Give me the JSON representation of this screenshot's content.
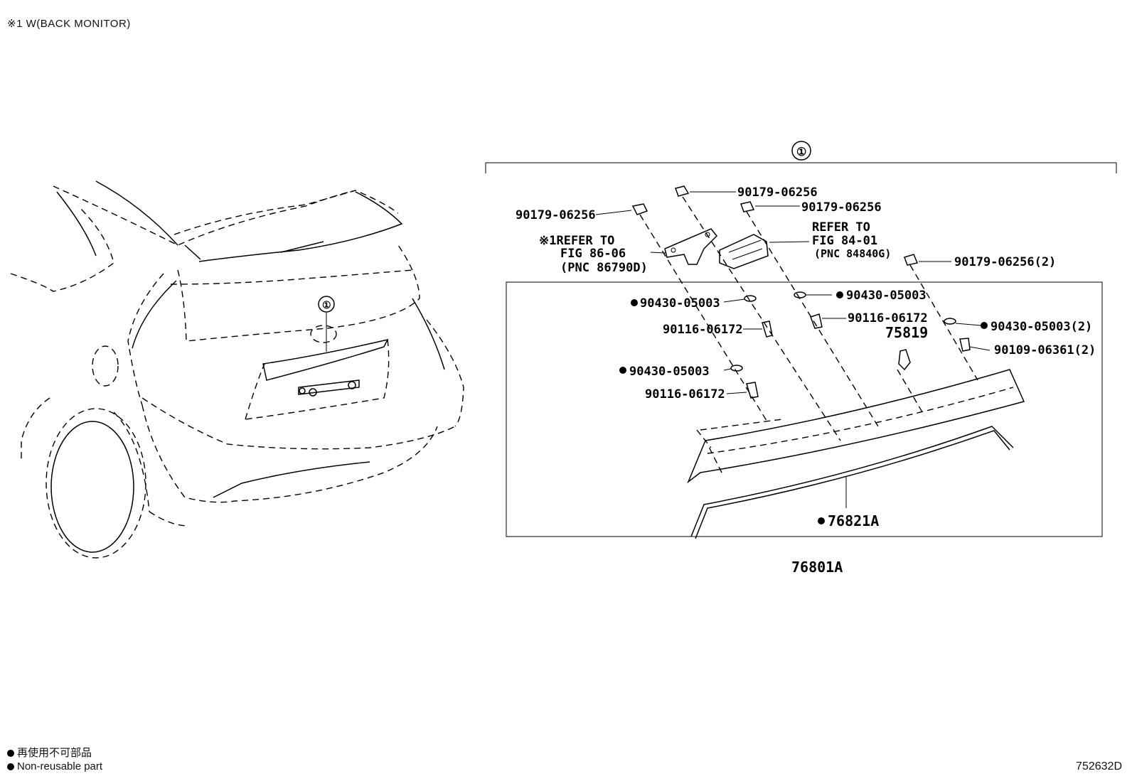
{
  "header_note": "※1 W(BACK MONITOR)",
  "legend": {
    "jp": "再使用不可部品",
    "en": "Non-reusable part"
  },
  "figure_id": "752632D",
  "callouts": {
    "assembly_index": "①",
    "car_index": "①",
    "c1": "90179-06256",
    "c2": "90179-06256",
    "c3": "90179-06256",
    "c4": "90179-06256(2)",
    "refer1_line1": "※1REFER TO",
    "refer1_line2": "FIG 86-06",
    "refer1_line3": "(PNC 86790D)",
    "refer2_line1": "REFER TO",
    "refer2_line2": "FIG 84-01",
    "refer2_line3": "(PNC 84840G)",
    "w1": "90430-05003",
    "w2": "90430-05003",
    "w3": "90430-05003(2)",
    "w4": "90430-05003",
    "s1": "90116-06172",
    "s2": "90116-06172",
    "s3": "90116-06172",
    "clip": "75819",
    "s4": "90109-06361(2)",
    "moulding": "76821A",
    "garnish": "76801A"
  },
  "colors": {
    "ink": "#000000",
    "background": "#ffffff"
  }
}
